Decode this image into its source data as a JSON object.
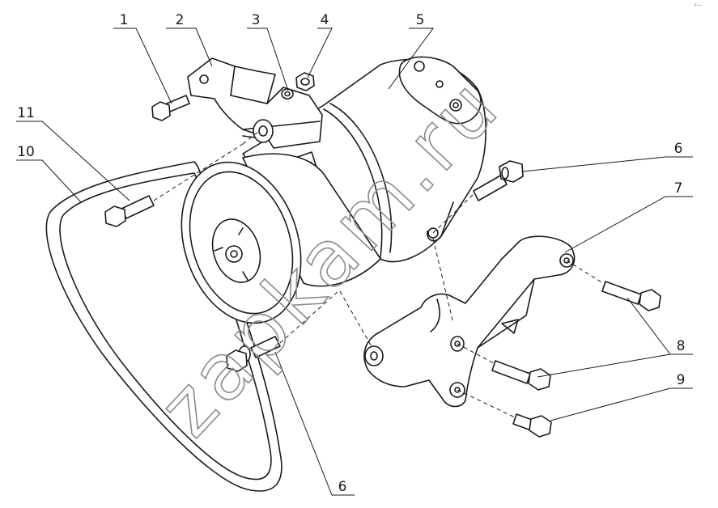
{
  "callouts": [
    {
      "id": "c1",
      "label": "1"
    },
    {
      "id": "c2",
      "label": "2"
    },
    {
      "id": "c3",
      "label": "3"
    },
    {
      "id": "c4",
      "label": "4"
    },
    {
      "id": "c5",
      "label": "5"
    },
    {
      "id": "c6a",
      "label": "6"
    },
    {
      "id": "c6b",
      "label": "6"
    },
    {
      "id": "c7",
      "label": "7"
    },
    {
      "id": "c8",
      "label": "8"
    },
    {
      "id": "c9",
      "label": "9"
    },
    {
      "id": "c10",
      "label": "10"
    },
    {
      "id": "c11",
      "label": "11"
    }
  ],
  "watermark": "zapkam.ru",
  "corner_mark": "r—"
}
